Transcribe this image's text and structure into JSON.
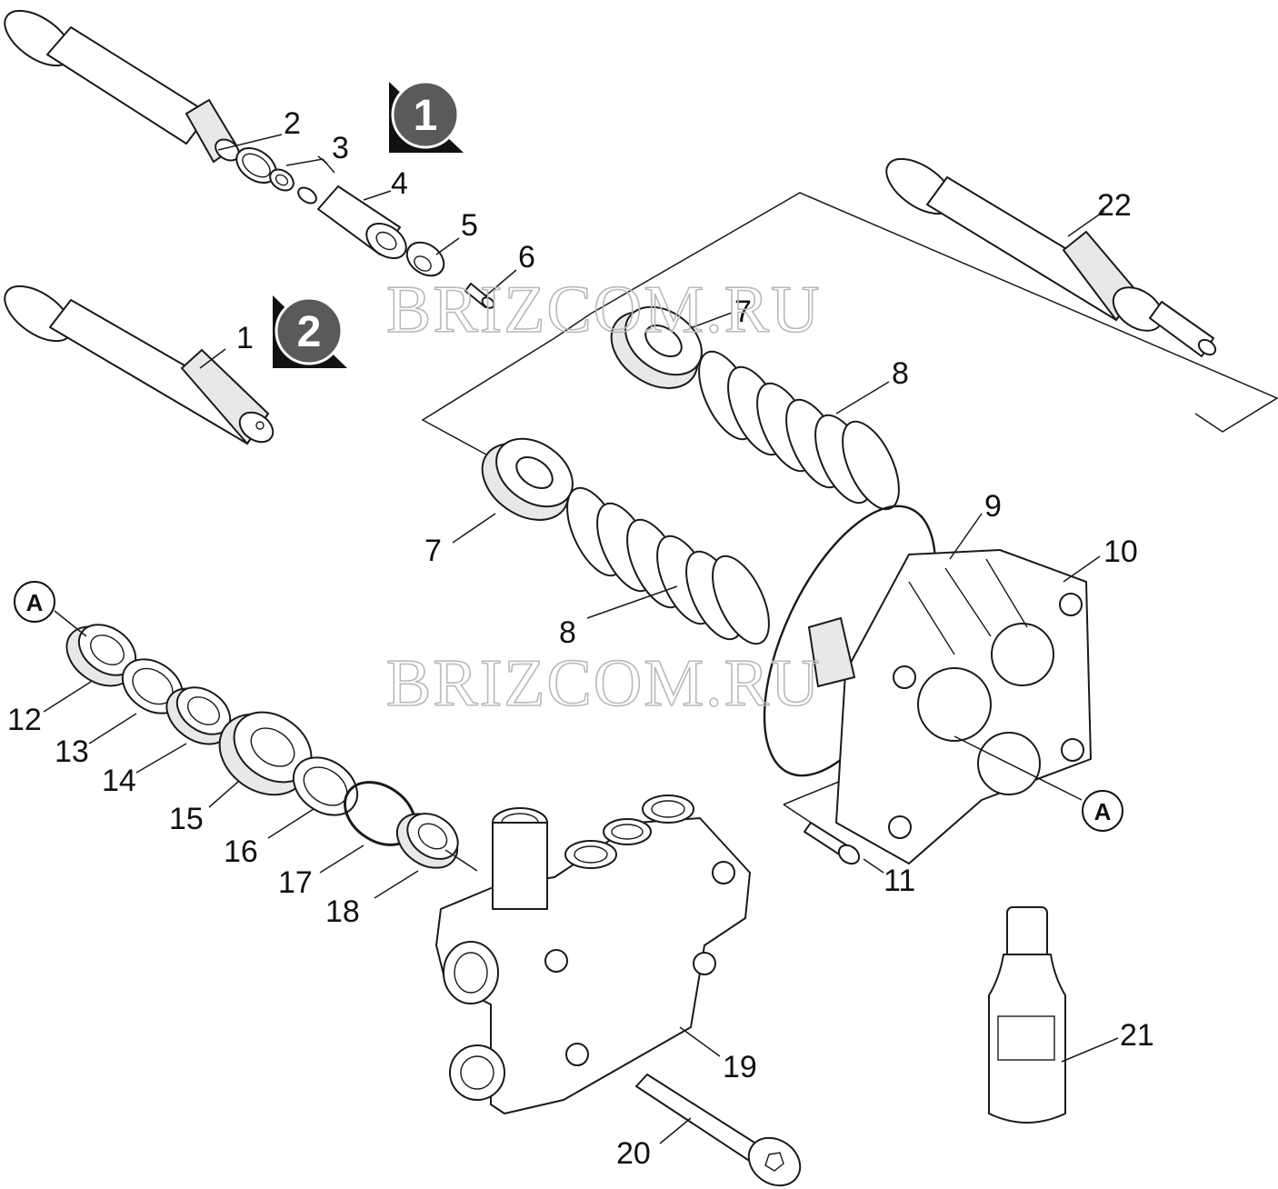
{
  "watermark": "BRIZCOM.RU",
  "variant_badges": [
    "1",
    "2"
  ],
  "reference_marker": "A",
  "callouts": {
    "c1": "1",
    "c2": "2",
    "c3": "3",
    "c4": "4",
    "c5": "5",
    "c6": "6",
    "c7a": "7",
    "c7b": "7",
    "c8a": "8",
    "c8b": "8",
    "c9": "9",
    "c10": "10",
    "c11": "11",
    "c12": "12",
    "c13": "13",
    "c14": "14",
    "c15": "15",
    "c16": "16",
    "c17": "17",
    "c18": "18",
    "c19": "19",
    "c20": "20",
    "c21": "21",
    "c22": "22"
  }
}
